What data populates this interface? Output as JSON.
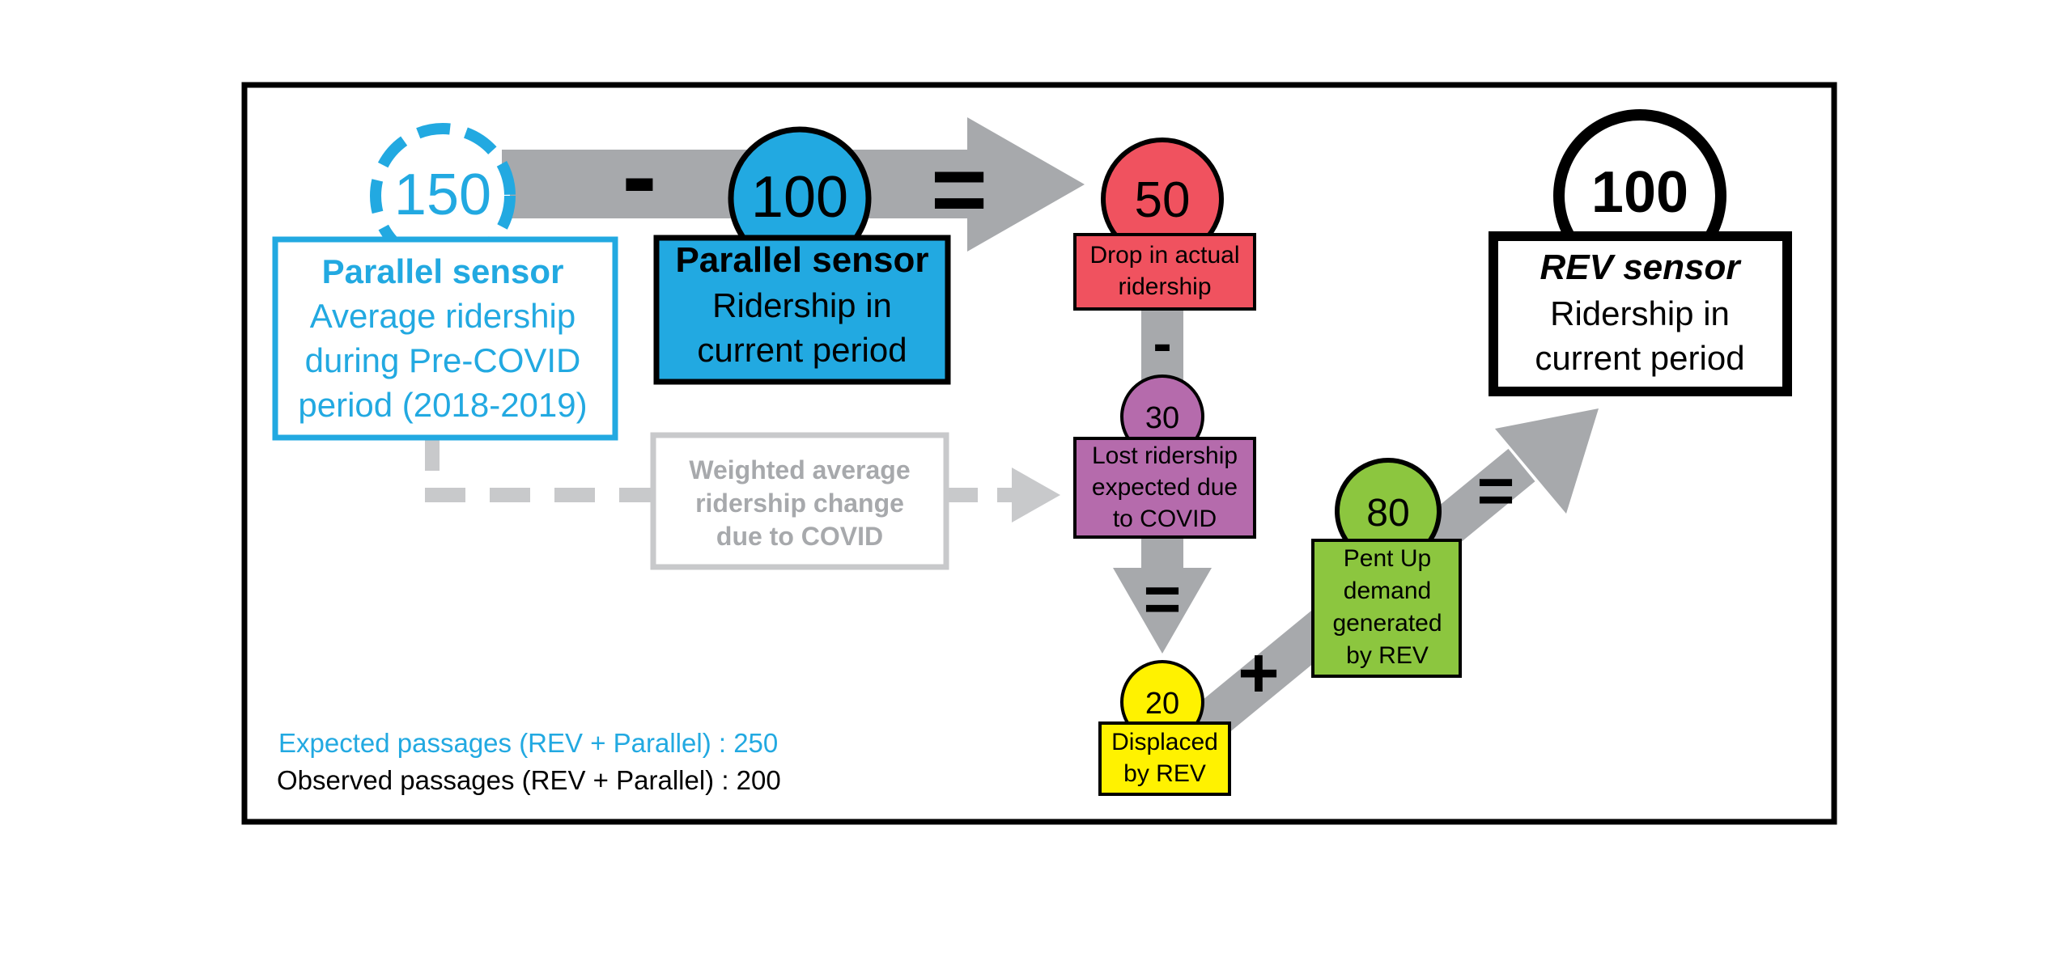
{
  "colors": {
    "blue": "#22a9e1",
    "gray_arrow": "#a7a9ac",
    "gray_light": "#c8c9cb",
    "red": "#f0525f",
    "purple": "#b56bac",
    "yellow": "#fff200",
    "green": "#8cc63f",
    "black": "#000000"
  },
  "parallel_precovid": {
    "value": "150",
    "title": "Parallel sensor",
    "line1": "Average ridership",
    "line2": "during Pre-COVID",
    "line3": "period (2018-2019)"
  },
  "parallel_current": {
    "value": "100",
    "title": "Parallel sensor",
    "line1": "Ridership in",
    "line2": "current period"
  },
  "rev_current": {
    "value": "100",
    "title": "REV sensor",
    "line1": "Ridership in",
    "line2": "current period"
  },
  "drop": {
    "value": "50",
    "line1": "Drop in actual",
    "line2": "ridership"
  },
  "lost": {
    "value": "30",
    "line1": "Lost ridership",
    "line2": "expected due",
    "line3": "to COVID"
  },
  "displaced": {
    "value": "20",
    "line1": "Displaced",
    "line2": "by REV"
  },
  "pentup": {
    "value": "80",
    "line1": "Pent Up",
    "line2": "demand",
    "line3": "generated",
    "line4": "by REV"
  },
  "weighted": {
    "line1": "Weighted average",
    "line2": "ridership change",
    "line3": "due to COVID"
  },
  "operators": {
    "minus_top": "-",
    "equals_top": "=",
    "minus_vertical": "-",
    "equals_vertical": "=",
    "plus_diagonal": "+",
    "equals_diagonal": "="
  },
  "footer": {
    "expected": "Expected passages (REV + Parallel) : 250",
    "observed": "Observed passages (REV + Parallel) : 200"
  }
}
